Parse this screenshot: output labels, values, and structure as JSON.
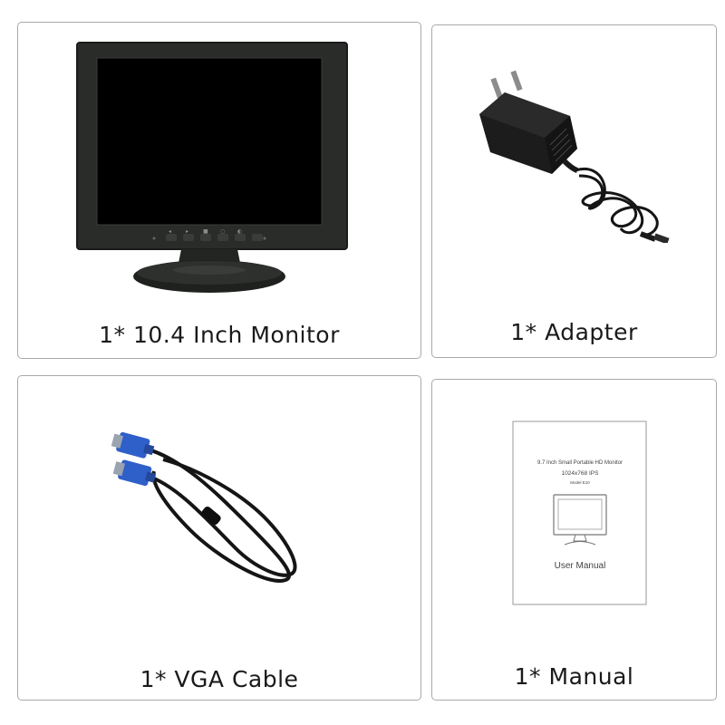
{
  "cards": [
    {
      "caption": "1* 10.4 Inch Monitor",
      "icon": "monitor-icon"
    },
    {
      "caption": "1* Adapter",
      "icon": "power-adapter-icon"
    },
    {
      "caption": "1* VGA Cable",
      "icon": "vga-cable-icon"
    },
    {
      "caption": "1* Manual",
      "icon": "user-manual-icon"
    }
  ],
  "manual": {
    "title": "9.7 Inch Small Portable HD Monitor",
    "spec": "1024x768 IPS",
    "model": "Model E10",
    "label": "User Manual"
  },
  "colors": {
    "border": "#a9a9a9",
    "monitor_body": "#2a2c2a",
    "screen": "#000000",
    "vga_blue": "#2f5fc9",
    "cable": "#151515"
  }
}
